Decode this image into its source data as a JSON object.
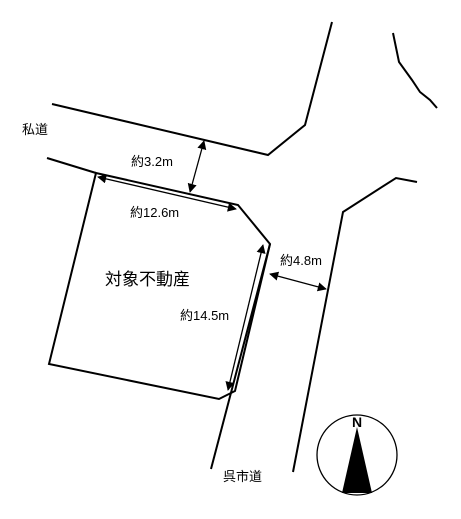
{
  "road_labels": {
    "private_road": "私道",
    "city_road": "呉市道"
  },
  "property_label": "対象不動産",
  "dimensions": {
    "private_road_width": "約3.2m",
    "top_frontage": "約12.6m",
    "side_frontage": "約14.5m",
    "city_road_width": "約4.8m"
  },
  "north_label": "N",
  "colors": {
    "line": "#000000",
    "background": "#ffffff"
  }
}
